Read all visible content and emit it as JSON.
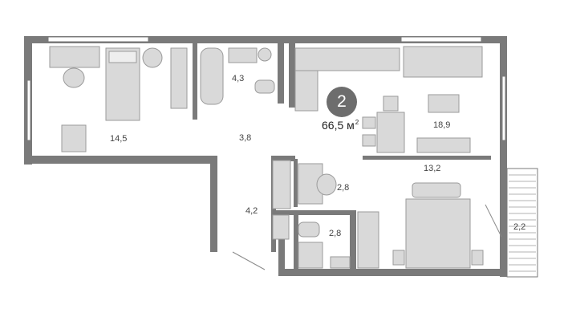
{
  "plan": {
    "room_count": "2",
    "total_area": "66,5",
    "area_unit": "м",
    "area_unit_sup": "2",
    "rooms": [
      {
        "id": "bedroom-left",
        "area": "14,5"
      },
      {
        "id": "bathroom",
        "area": "4,3"
      },
      {
        "id": "corridor",
        "area": "3,8"
      },
      {
        "id": "kitchen-living",
        "area": "18,9"
      },
      {
        "id": "bedroom-right",
        "area": "13,2"
      },
      {
        "id": "hall",
        "area": "4,2"
      },
      {
        "id": "wardrobe",
        "area": "2,8"
      },
      {
        "id": "shower-room",
        "area": "2,8"
      },
      {
        "id": "balcony",
        "area": "2,2"
      }
    ]
  },
  "colors": {
    "wall": "#7a7a7a",
    "furniture": "#d9d9d9",
    "badge": "#6d6d6d",
    "window": "#ffffff"
  }
}
